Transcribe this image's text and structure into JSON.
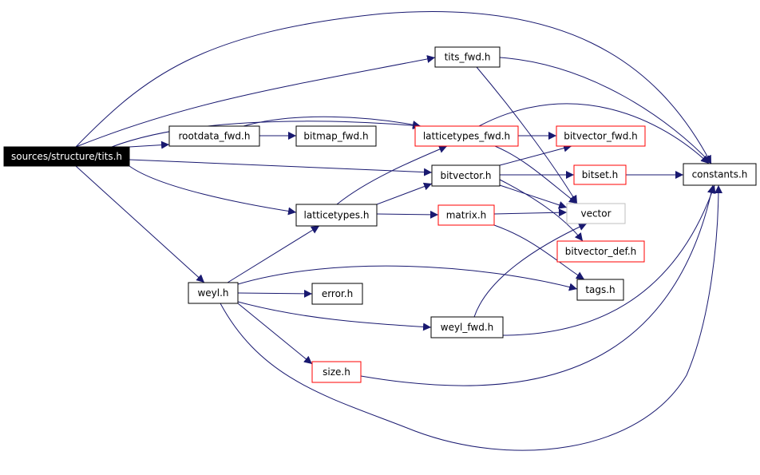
{
  "colors": {
    "edge": "#191970",
    "normal_border": "#000000",
    "missing_border": "#ff0000",
    "external_border": "#bfbfbf",
    "root_fill": "#000000",
    "root_text": "#ffffff"
  },
  "nodes": [
    {
      "id": "tits_h",
      "label": "sources/structure/tits.h",
      "kind": "root"
    },
    {
      "id": "tits_fwd",
      "label": "tits_fwd.h",
      "kind": "normal"
    },
    {
      "id": "rootdata_fwd",
      "label": "rootdata_fwd.h",
      "kind": "normal"
    },
    {
      "id": "bitmap_fwd",
      "label": "bitmap_fwd.h",
      "kind": "normal"
    },
    {
      "id": "latticetypes_fwd",
      "label": "latticetypes_fwd.h",
      "kind": "missing"
    },
    {
      "id": "bitvector_fwd",
      "label": "bitvector_fwd.h",
      "kind": "missing"
    },
    {
      "id": "bitvector",
      "label": "bitvector.h",
      "kind": "normal"
    },
    {
      "id": "bitset",
      "label": "bitset.h",
      "kind": "missing"
    },
    {
      "id": "constants",
      "label": "constants.h",
      "kind": "normal"
    },
    {
      "id": "latticetypes",
      "label": "latticetypes.h",
      "kind": "normal"
    },
    {
      "id": "matrix",
      "label": "matrix.h",
      "kind": "missing"
    },
    {
      "id": "vector",
      "label": "vector",
      "kind": "external"
    },
    {
      "id": "bitvector_def",
      "label": "bitvector_def.h",
      "kind": "missing"
    },
    {
      "id": "weyl",
      "label": "weyl.h",
      "kind": "normal"
    },
    {
      "id": "error",
      "label": "error.h",
      "kind": "normal"
    },
    {
      "id": "tags",
      "label": "tags.h",
      "kind": "normal"
    },
    {
      "id": "weyl_fwd",
      "label": "weyl_fwd.h",
      "kind": "normal"
    },
    {
      "id": "size",
      "label": "size.h",
      "kind": "missing"
    }
  ],
  "edges": [
    {
      "from": "tits_h",
      "to": "tits_fwd"
    },
    {
      "from": "tits_h",
      "to": "constants"
    },
    {
      "from": "tits_h",
      "to": "rootdata_fwd"
    },
    {
      "from": "tits_h",
      "to": "latticetypes_fwd"
    },
    {
      "from": "tits_h",
      "to": "bitvector"
    },
    {
      "from": "tits_h",
      "to": "latticetypes"
    },
    {
      "from": "tits_h",
      "to": "weyl"
    },
    {
      "from": "tits_fwd",
      "to": "constants"
    },
    {
      "from": "tits_fwd",
      "to": "vector"
    },
    {
      "from": "rootdata_fwd",
      "to": "bitmap_fwd"
    },
    {
      "from": "rootdata_fwd",
      "to": "latticetypes_fwd"
    },
    {
      "from": "latticetypes_fwd",
      "to": "bitvector_fwd"
    },
    {
      "from": "latticetypes_fwd",
      "to": "constants"
    },
    {
      "from": "latticetypes_fwd",
      "to": "vector"
    },
    {
      "from": "bitvector",
      "to": "bitvector_fwd"
    },
    {
      "from": "bitvector",
      "to": "bitset"
    },
    {
      "from": "bitvector",
      "to": "vector"
    },
    {
      "from": "bitvector",
      "to": "bitvector_def"
    },
    {
      "from": "bitset",
      "to": "constants"
    },
    {
      "from": "latticetypes",
      "to": "latticetypes_fwd"
    },
    {
      "from": "latticetypes",
      "to": "bitvector"
    },
    {
      "from": "latticetypes",
      "to": "matrix"
    },
    {
      "from": "matrix",
      "to": "vector"
    },
    {
      "from": "matrix",
      "to": "tags"
    },
    {
      "from": "weyl",
      "to": "latticetypes"
    },
    {
      "from": "weyl",
      "to": "tags"
    },
    {
      "from": "weyl",
      "to": "error"
    },
    {
      "from": "weyl",
      "to": "weyl_fwd"
    },
    {
      "from": "weyl",
      "to": "size"
    },
    {
      "from": "weyl",
      "to": "constants"
    },
    {
      "from": "weyl_fwd",
      "to": "vector"
    },
    {
      "from": "weyl_fwd",
      "to": "constants"
    },
    {
      "from": "size",
      "to": "constants"
    }
  ]
}
